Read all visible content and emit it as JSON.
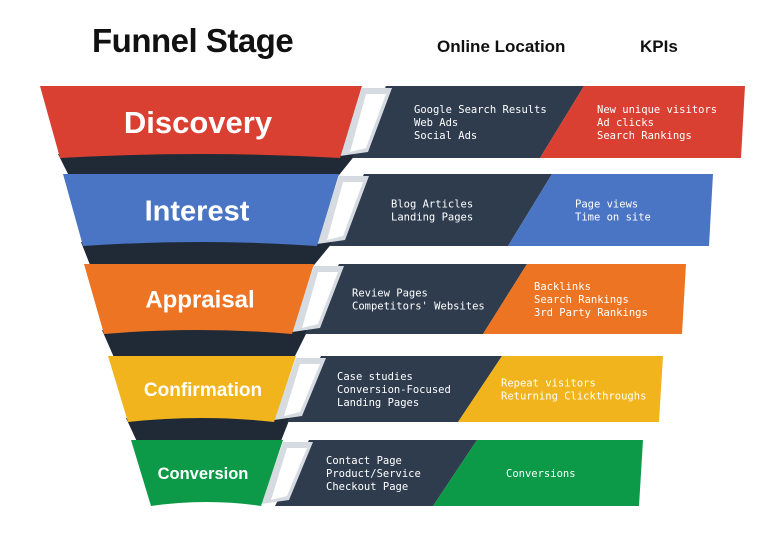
{
  "headers": {
    "funnel_stage": "Funnel Stage",
    "online_location": "Online Location",
    "kpis": "KPIs"
  },
  "colors": {
    "dark_panel": "#2e3c4e",
    "dark_shadow": "#202a37",
    "flap": "#d6dbe1"
  },
  "stages": [
    {
      "name": "Discovery",
      "color": "#d94032",
      "locations": [
        "Google Search Results",
        "Web Ads",
        "Social Ads"
      ],
      "kpis": [
        "New unique visitors",
        "Ad clicks",
        "Search Rankings"
      ]
    },
    {
      "name": "Interest",
      "color": "#4a74c4",
      "locations": [
        "Blog Articles",
        "Landing Pages"
      ],
      "kpis": [
        "Page views",
        "Time on site"
      ]
    },
    {
      "name": "Appraisal",
      "color": "#ec7422",
      "locations": [
        "Review Pages",
        "Competitors' Websites"
      ],
      "kpis": [
        "Backlinks",
        "Search Rankings",
        "3rd Party Rankings"
      ]
    },
    {
      "name": "Confirmation",
      "color": "#f2b41c",
      "locations": [
        "Case studies",
        "Conversion-Focused",
        "Landing Pages"
      ],
      "kpis": [
        "Repeat visitors",
        "Returning Clickthroughs"
      ]
    },
    {
      "name": "Conversion",
      "color": "#0d9a48",
      "locations": [
        "Contact Page",
        "Product/Service",
        "Checkout Page"
      ],
      "kpis": [
        "Conversions"
      ]
    }
  ]
}
